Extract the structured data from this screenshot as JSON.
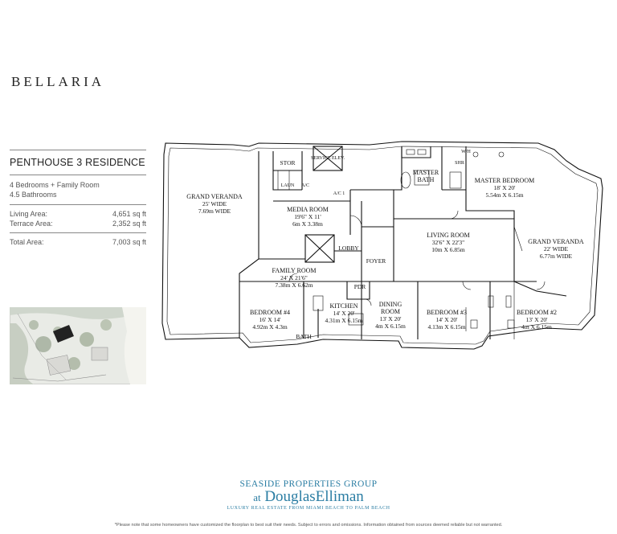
{
  "brand": "BELLARIA",
  "residence": {
    "title": "PENTHOUSE 3 RESIDENCE",
    "bedrooms": "4 Bedrooms + Family Room",
    "bathrooms": "4.5 Bathrooms",
    "living_label": "Living Area:",
    "living_value": "4,651 sq ft",
    "terrace_label": "Terrace Area:",
    "terrace_value": "2,352 sq ft",
    "total_label": "Total Area:",
    "total_value": "7,003 sq ft"
  },
  "plan": {
    "grand_veranda_left": {
      "name": "GRAND VERANDA",
      "l1": "25' WIDE",
      "l2": "7.69m WIDE"
    },
    "media_room": {
      "name": "MEDIA ROOM",
      "l1": "19'6\" X 11'",
      "l2": "6m X 3.38m"
    },
    "family_room": {
      "name": "FAMILY ROOM",
      "l1": "24' X 21'6\"",
      "l2": "7.38m X 6.62m"
    },
    "living_room": {
      "name": "LIVING ROOM",
      "l1": "32'6\" X 22'3\"",
      "l2": "10m X 6.85m"
    },
    "master_bedroom": {
      "name": "MASTER BEDROOM",
      "l1": "18' X 20'",
      "l2": "5.54m X 6.15m"
    },
    "grand_veranda_right": {
      "name": "GRAND VERANDA",
      "l1": "22' WIDE",
      "l2": "6.77m WIDE"
    },
    "bedroom4": {
      "name": "BEDROOM #4",
      "l1": "16' X 14'",
      "l2": "4.92m X 4.3m"
    },
    "kitchen": {
      "name": "KITCHEN",
      "l1": "14' X 20'",
      "l2": "4.31m X 6.15m"
    },
    "dining": {
      "name1": "DINING",
      "name2": "ROOM",
      "l1": "13' X 20'",
      "l2": "4m X 6.15m"
    },
    "bedroom3": {
      "name": "BEDROOM #3",
      "l1": "14' X 20'",
      "l2": "4.13m X 6.15m"
    },
    "bedroom2": {
      "name": "BEDROOM #2",
      "l1": "13' X 20'",
      "l2": "4m X 6.15m"
    },
    "stor": "STOR",
    "service_elev": "SERVICE ELEV.",
    "master_bath_1": "MASTER",
    "master_bath_2": "BATH",
    "lobby": "LOBBY",
    "foyer": "FOYER",
    "pdr": "PDR",
    "bath": "BATH",
    "laun": "LAUN",
    "ac": "A/C",
    "ac2": "A/C 1",
    "wh": "W/H",
    "shr": "SHR"
  },
  "logo": {
    "line1": "SEASIDE PROPERTIES GROUP",
    "at": "at",
    "brand": "DouglasElliman",
    "line3": "LUXURY REAL ESTATE FROM MIAMI BEACH TO PALM BEACH"
  },
  "disclaimer": "*Please note that some homeowners have customized the floorplan to best suit their needs. Subject to errors and omissions. Information obtained from sources deemed reliable but not warranted."
}
